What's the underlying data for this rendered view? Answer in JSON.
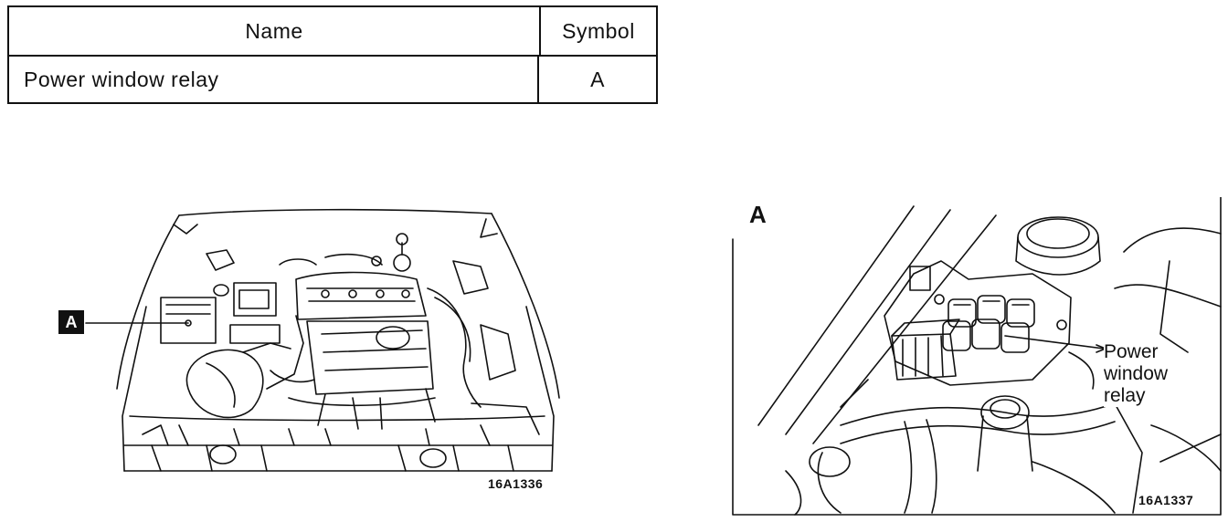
{
  "table": {
    "headers": [
      "Name",
      "Symbol"
    ],
    "rows": [
      {
        "name": "Power window relay",
        "symbol": "A"
      }
    ]
  },
  "figures": {
    "overview": {
      "marker": "A",
      "code": "16A1336"
    },
    "detail": {
      "letter": "A",
      "callout": [
        "Power",
        "window",
        "relay"
      ],
      "code": "16A1337"
    }
  }
}
